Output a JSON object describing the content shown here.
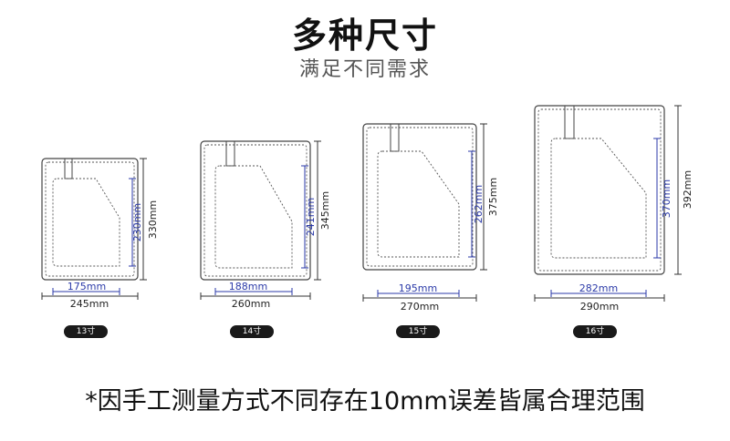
{
  "header": {
    "title": "多种尺寸",
    "subtitle": "满足不同需求"
  },
  "sleeves": [
    {
      "size": "13寸",
      "inner_width": "175mm",
      "inner_height": "230mm",
      "outer_width": "245mm",
      "outer_height": "330mm"
    },
    {
      "size": "14寸",
      "inner_width": "188mm",
      "inner_height": "241mm",
      "outer_width": "260mm",
      "outer_height": "345mm"
    },
    {
      "size": "15寸",
      "inner_width": "195mm",
      "inner_height": "262mm",
      "outer_width": "270mm",
      "outer_height": "375mm"
    },
    {
      "size": "16寸",
      "inner_width": "282mm",
      "inner_height": "370mm",
      "outer_width": "290mm",
      "outer_height": "392mm"
    }
  ],
  "footer": {
    "note": "*因手工测量方式不同存在10mm误差皆属合理范围"
  },
  "colors": {
    "dimension_blue": "#2b3aa8",
    "stitch": "#555555",
    "outline": "#444444",
    "badge_bg": "#1a1a1a"
  }
}
